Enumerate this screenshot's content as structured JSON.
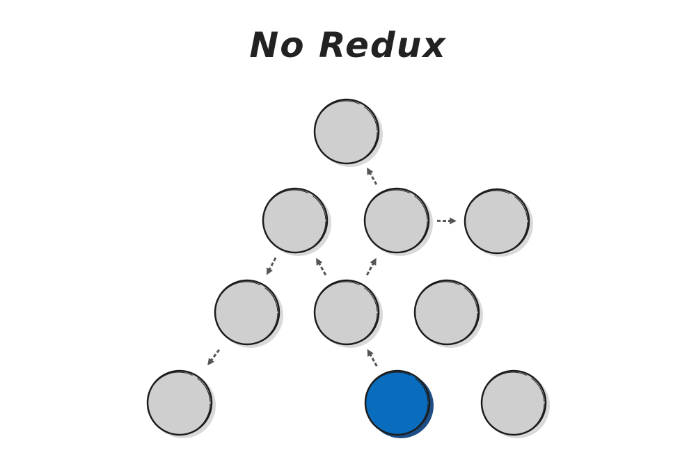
{
  "title": "No Redux",
  "colors": {
    "node_fill": "#cfcfcf",
    "node_shadow": "#d9d9d9",
    "node_stroke": "#1c1c1c",
    "active_fill": "#0a6cbd",
    "arrow": "#555555"
  },
  "nodes": [
    {
      "id": "root",
      "active": false
    },
    {
      "id": "l1-left",
      "active": false
    },
    {
      "id": "l1-middle",
      "active": false
    },
    {
      "id": "l1-right",
      "active": false
    },
    {
      "id": "l2-left",
      "active": false
    },
    {
      "id": "l2-middle",
      "active": false
    },
    {
      "id": "l2-right",
      "active": false
    },
    {
      "id": "l3-left",
      "active": false
    },
    {
      "id": "l3-middle",
      "active": true
    },
    {
      "id": "l3-right",
      "active": false
    }
  ],
  "arrows": [
    {
      "from": "l3-middle",
      "to": "l2-middle"
    },
    {
      "from": "l2-middle",
      "to": "l1-left"
    },
    {
      "from": "l2-middle",
      "to": "l1-middle"
    },
    {
      "from": "l1-middle",
      "to": "root"
    },
    {
      "from": "l1-middle",
      "to": "l1-right"
    },
    {
      "from": "l1-left",
      "to": "l2-left"
    },
    {
      "from": "l2-left",
      "to": "l3-left"
    }
  ]
}
